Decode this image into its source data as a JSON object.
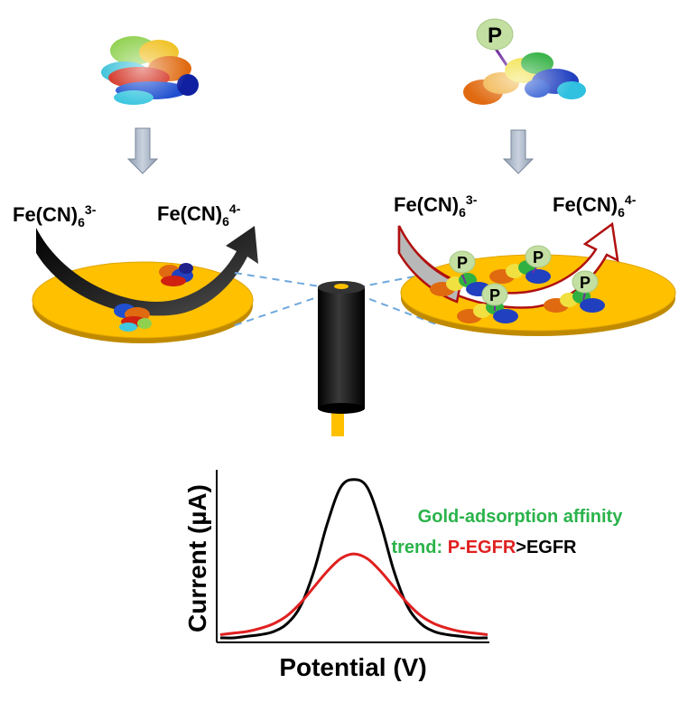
{
  "left_panel": {
    "oxidized_label": "Fe(CN)",
    "oxidized_sub": "6",
    "oxidized_sup": "3-",
    "reduced_label": "Fe(CN)",
    "reduced_sub": "6",
    "reduced_sup": "4-"
  },
  "right_panel": {
    "phospho_marker": "P",
    "oxidized_label": "Fe(CN)",
    "oxidized_sub": "6",
    "oxidized_sup": "3-",
    "reduced_label": "Fe(CN)",
    "reduced_sub": "6",
    "reduced_sup": "4-"
  },
  "plot": {
    "ylabel": "Current (µA)",
    "xlabel": "Potential (V)",
    "annotation_line1": "Gold-adsorption affinity",
    "annotation_trend_prefix": "trend: ",
    "annotation_peg": "P-EGFR",
    "annotation_rest": ">EGFR"
  },
  "colors": {
    "gold": "#ffc000",
    "gold_edge": "#e0a400",
    "arrow_grey": "#a7b4c7",
    "phospho_green": "#c3dfa2",
    "annotation_green": "#2ab34a",
    "red_curve": "#e02020",
    "black_curve": "#000000"
  },
  "chart_data": {
    "type": "line",
    "title": "",
    "xlabel": "Potential (V)",
    "ylabel": "Current (µA)",
    "x": [
      0,
      0.05,
      0.1,
      0.15,
      0.2,
      0.25,
      0.3,
      0.35,
      0.4,
      0.45,
      0.5,
      0.55,
      0.6,
      0.65,
      0.7,
      0.75,
      0.8,
      0.85,
      0.9,
      0.95,
      1.0
    ],
    "series": [
      {
        "name": "",
        "color": "#000000",
        "values": [
          0.0,
          0.0,
          0.01,
          0.02,
          0.04,
          0.09,
          0.2,
          0.42,
          0.72,
          0.95,
          1.0,
          0.95,
          0.72,
          0.42,
          0.2,
          0.09,
          0.04,
          0.02,
          0.01,
          0.0,
          0.0
        ]
      },
      {
        "name": "",
        "color": "#e02020",
        "values": [
          0.02,
          0.03,
          0.04,
          0.06,
          0.09,
          0.14,
          0.22,
          0.32,
          0.42,
          0.5,
          0.53,
          0.5,
          0.42,
          0.32,
          0.22,
          0.14,
          0.09,
          0.06,
          0.04,
          0.03,
          0.02
        ]
      }
    ],
    "xlim": [
      0,
      1
    ],
    "ylim": [
      0,
      1.05
    ],
    "grid": false,
    "legend": "none"
  }
}
